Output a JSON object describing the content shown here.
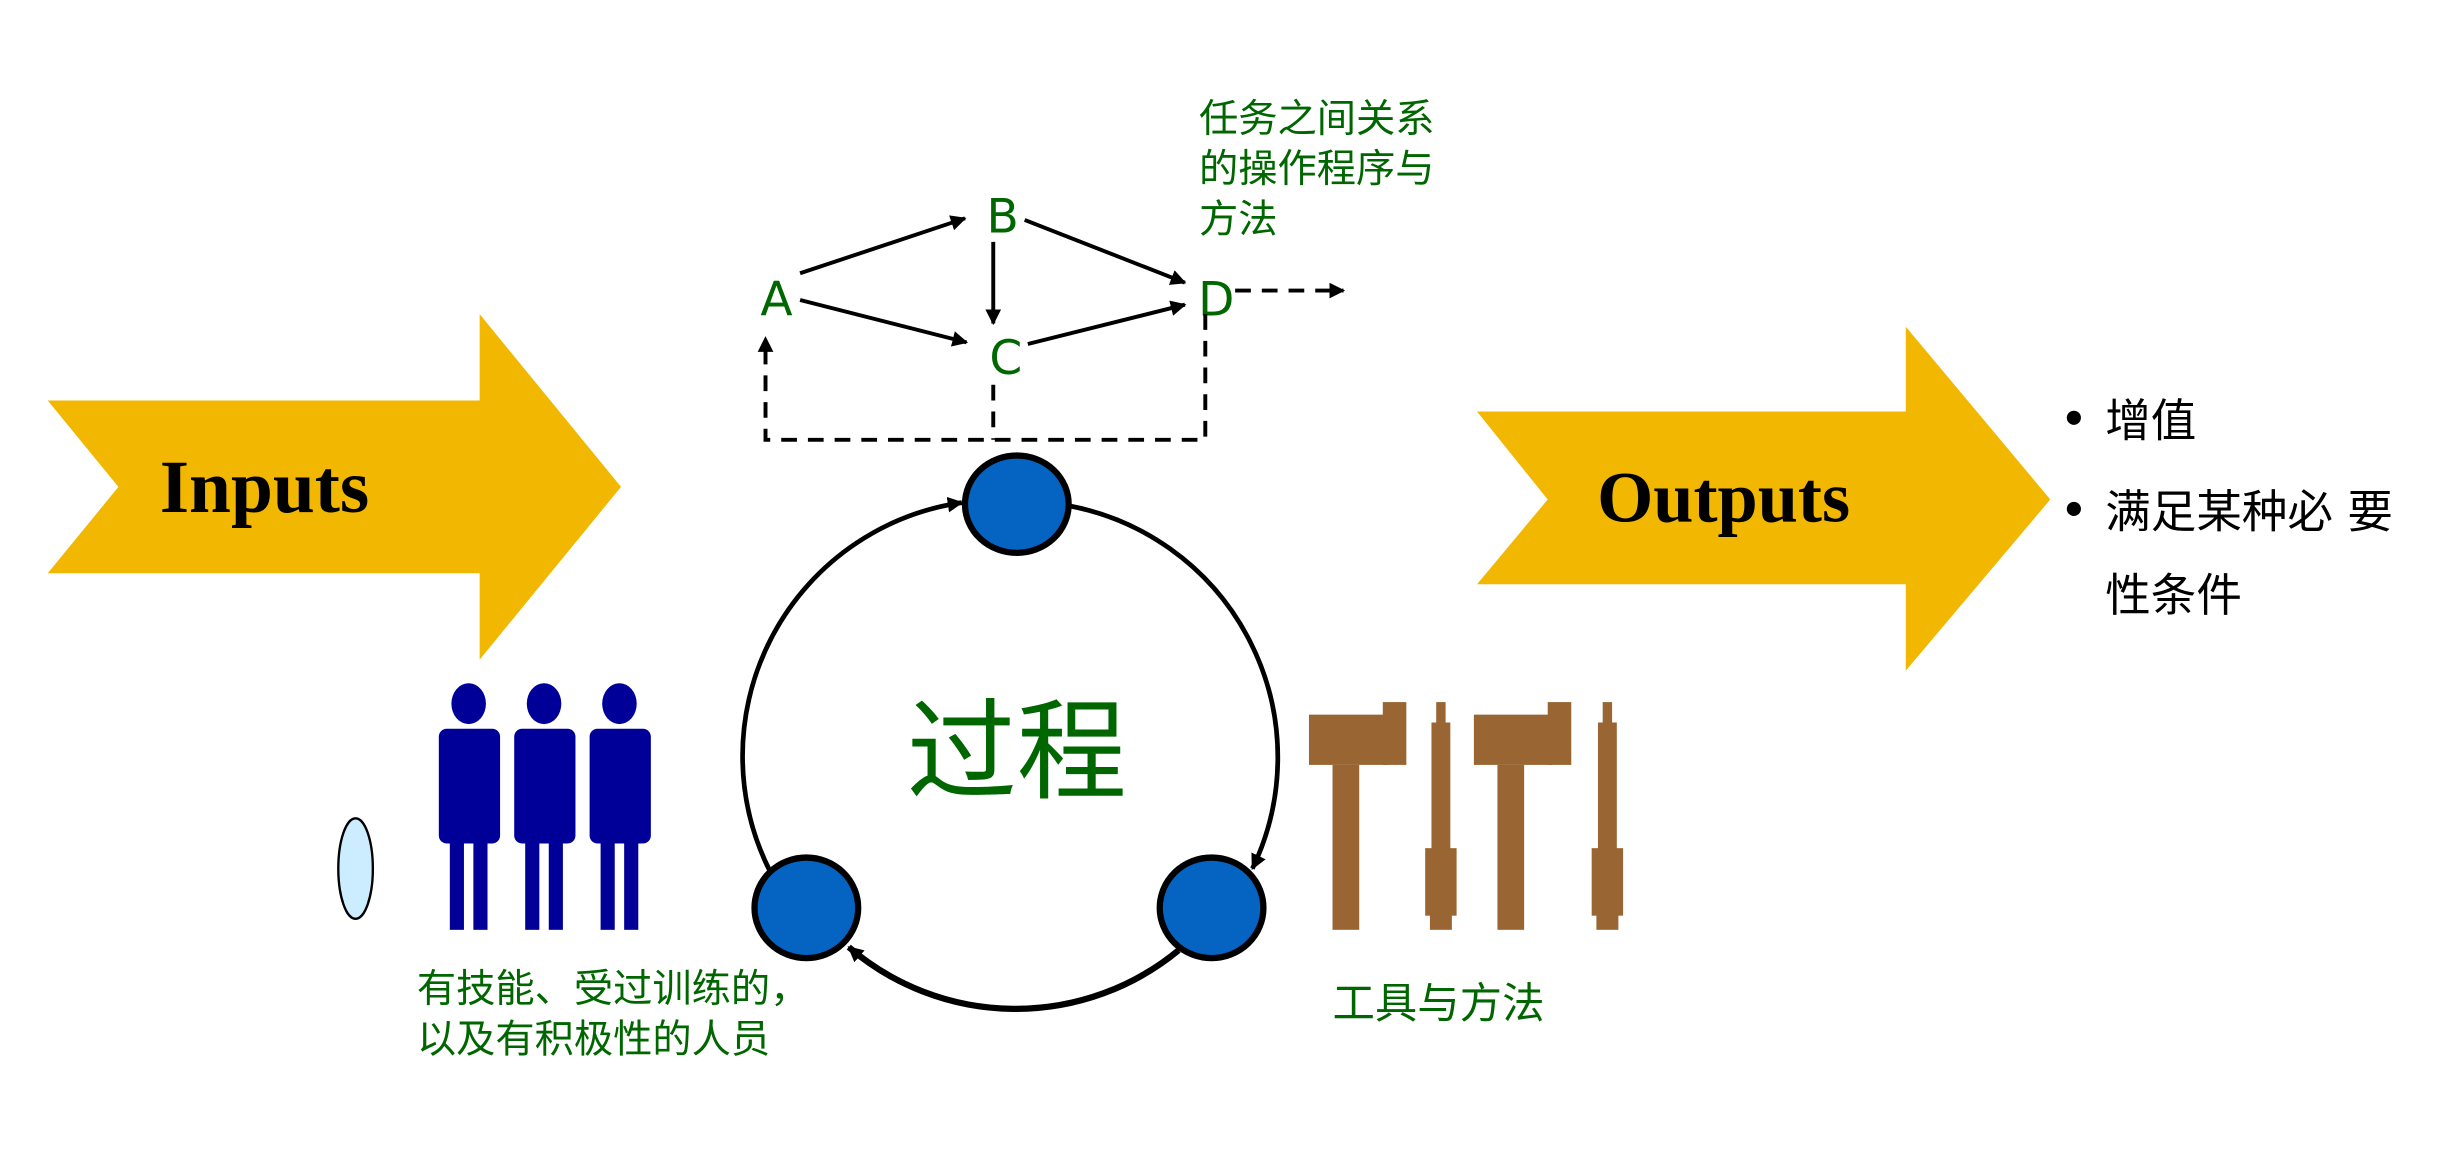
{
  "colors": {
    "arrow": "#F2B700",
    "green": "#006600",
    "node": "#0563C1",
    "people": "#000099",
    "tools": "#996633",
    "lens": "#CCECFF"
  },
  "inputs": {
    "label": "Inputs"
  },
  "outputs": {
    "label": "Outputs",
    "bullets": [
      "增值",
      "满足某种必 要",
      "性条件"
    ]
  },
  "graph": {
    "nodes": [
      "A",
      "B",
      "C",
      "D"
    ],
    "annotation": [
      "任务之间关系",
      "的操作程序与",
      "方法"
    ]
  },
  "process": {
    "label": "过程"
  },
  "people": {
    "caption": [
      "有技能、受过训练的，",
      "以及有积极性的人员"
    ]
  },
  "tools": {
    "caption": "工具与方法"
  }
}
